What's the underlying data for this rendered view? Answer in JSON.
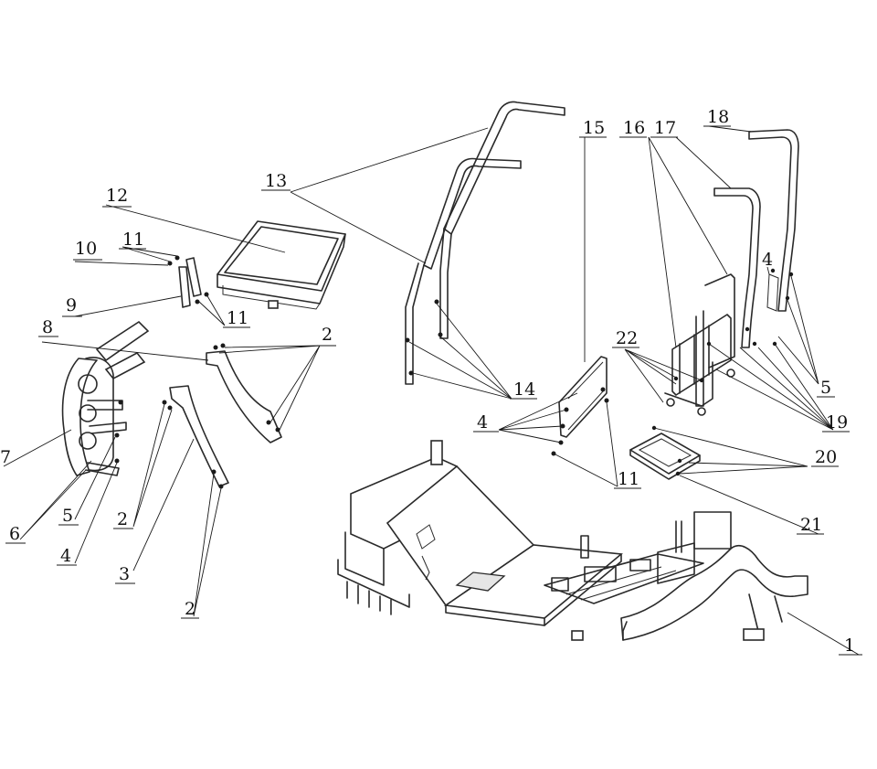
{
  "diagram": {
    "callouts": [
      {
        "id": "c1",
        "text": "1"
      },
      {
        "id": "c2a",
        "text": "2"
      },
      {
        "id": "c2b",
        "text": "2"
      },
      {
        "id": "c2c",
        "text": "2"
      },
      {
        "id": "c3",
        "text": "3"
      },
      {
        "id": "c4a",
        "text": "4"
      },
      {
        "id": "c4b",
        "text": "4"
      },
      {
        "id": "c4c",
        "text": "4"
      },
      {
        "id": "c5a",
        "text": "5"
      },
      {
        "id": "c5b",
        "text": "5"
      },
      {
        "id": "c6",
        "text": "6"
      },
      {
        "id": "c7",
        "text": "7"
      },
      {
        "id": "c8",
        "text": "8"
      },
      {
        "id": "c9",
        "text": "9"
      },
      {
        "id": "c10",
        "text": "10"
      },
      {
        "id": "c11a",
        "text": "11"
      },
      {
        "id": "c11b",
        "text": "11"
      },
      {
        "id": "c11c",
        "text": "11"
      },
      {
        "id": "c12",
        "text": "12"
      },
      {
        "id": "c13",
        "text": "13"
      },
      {
        "id": "c14",
        "text": "14"
      },
      {
        "id": "c15",
        "text": "15"
      },
      {
        "id": "c16",
        "text": "16"
      },
      {
        "id": "c17",
        "text": "17"
      },
      {
        "id": "c18",
        "text": "18"
      },
      {
        "id": "c19",
        "text": "19"
      },
      {
        "id": "c20",
        "text": "20"
      },
      {
        "id": "c21",
        "text": "21"
      },
      {
        "id": "c22",
        "text": "22"
      }
    ]
  }
}
